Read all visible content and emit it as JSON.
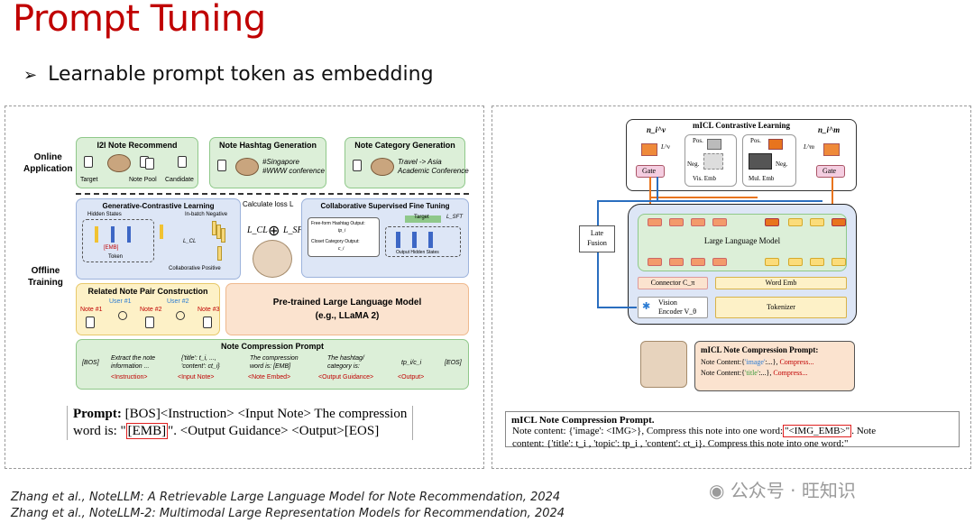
{
  "slide": {
    "title": "Prompt Tuning",
    "bullet": "Learnable prompt token as embedding",
    "refs": [
      "Zhang et al., NoteLLM: A Retrievable Large Language Model for Note Recommendation, 2024",
      "Zhang et al., NoteLLM-2: Multimodal Large Representation Models for Recommendation, 2024"
    ],
    "watermark": "公众号 · 旺知识"
  },
  "left": {
    "stage_online": "Online\nApplication",
    "stage_offline": "Offline\nTraining",
    "apps": [
      {
        "title": "I2I Note Recommend",
        "labels": [
          "Target",
          "Note Pool",
          "Candidate"
        ]
      },
      {
        "title": "Note Hashtag Generation",
        "output": "#Singapore\n#WWW conference"
      },
      {
        "title": "Note Category Generation",
        "output": "Travel -> Asia\nAcademic Conference"
      }
    ],
    "gcl": {
      "title": "Generative-Contrastive Learning",
      "hidden": "Hidden States",
      "inbatch": "In-batch Negative",
      "emb": "[EMB]",
      "token": "Token",
      "lcl": "L_CL",
      "pos": "Collaborative Positive"
    },
    "loss": {
      "title": "Calculate loss L",
      "lcl": "L_CL",
      "plus": "⊕",
      "lsft": "L_SFT"
    },
    "csft": {
      "title": "Collaborative Supervised Fine Tuning",
      "target": "Target",
      "lsft": "L_SFT",
      "row1": "Free-form Hashtag Output:",
      "row1v": "tp_i",
      "row2": "Closet Category Output:",
      "row2v": "c_i",
      "hidden": "Output Hidden States"
    },
    "pair": {
      "title": "Related Note Pair Construction",
      "users": [
        "User #1",
        "User #2"
      ],
      "notes": [
        "Note #1",
        "Note #2",
        "Note #3"
      ]
    },
    "llm": {
      "title": "Pre-trained Large Language Model",
      "sub": "(e.g., LLaMA 2)"
    },
    "ncp": {
      "title": "Note Compression Prompt",
      "cols": [
        {
          "top": "[BOS]",
          "bot": ""
        },
        {
          "top": "Extract the note\ninformation ...",
          "bot": "<Instruction>"
        },
        {
          "top": "{'title': t_i, ...,\n'content': ct_i}",
          "bot": "<Input Note>"
        },
        {
          "top": "The compression\nword is: [EMB]",
          "bot": "<Note Embed>"
        },
        {
          "top": "The hashtag/\ncategory is:",
          "bot": "<Output Guidance>"
        },
        {
          "top": "tp_i/c_i",
          "bot": "<Output>"
        },
        {
          "top": "[EOS]",
          "bot": ""
        }
      ]
    },
    "prompt": {
      "label": "Prompt:",
      "text1": "[BOS]<Instruction> <Input Note> The compression",
      "text2a": "word is: \"",
      "emb": "[EMB]",
      "text2b": "\". <Output Guidance> <Output>[EOS]"
    }
  },
  "right": {
    "micl_title": "mICL Contrastive Learning",
    "n_v": "n_i^v",
    "n_m": "n_i^m",
    "l_v": "L^v",
    "l_m": "L^m",
    "pos": "Pos.",
    "neg": "Neg.",
    "vis_emb": "Vis. Emb",
    "mul_emb": "Mul. Emb",
    "gate": "Gate",
    "late_fusion": "Late\nFusion",
    "llm": "Large Language Model",
    "connector": "Connector C_π",
    "word_emb": "Word Emb",
    "vision": "Vision\nEncoder V_θ",
    "tokenizer": "Tokenizer",
    "micl_prompt_title": "mICL Note Compression Prompt:",
    "micl_prompt_l1a": "Note Content:{",
    "micl_prompt_l1b": "'image'",
    "micl_prompt_l1c": ":...}, ",
    "micl_prompt_l1d": "Compress...",
    "micl_prompt_l2a": "Note Content:{",
    "micl_prompt_l2b": "'title'",
    "micl_prompt_l2c": ":...}, ",
    "micl_prompt_l2d": "Compress...",
    "bottom_title": "mICL Note Compression Prompt.",
    "bottom_l1a": "Note content: {'image': <IMG>}, Compress this note into one word:",
    "bottom_emb": "\"<IMG_EMB>\"",
    "bottom_l1b": ". Note",
    "bottom_l2": "content: {'title': t_i , 'topic': tp_i , 'content': ct_i}. Compress this note into one word:\""
  },
  "colors": {
    "title": "#c00000",
    "green": "#dcefd8",
    "blue": "#dde6f6",
    "yellow": "#fdf1c7",
    "orange": "#fbe3cf",
    "highlight": "#e02020"
  }
}
